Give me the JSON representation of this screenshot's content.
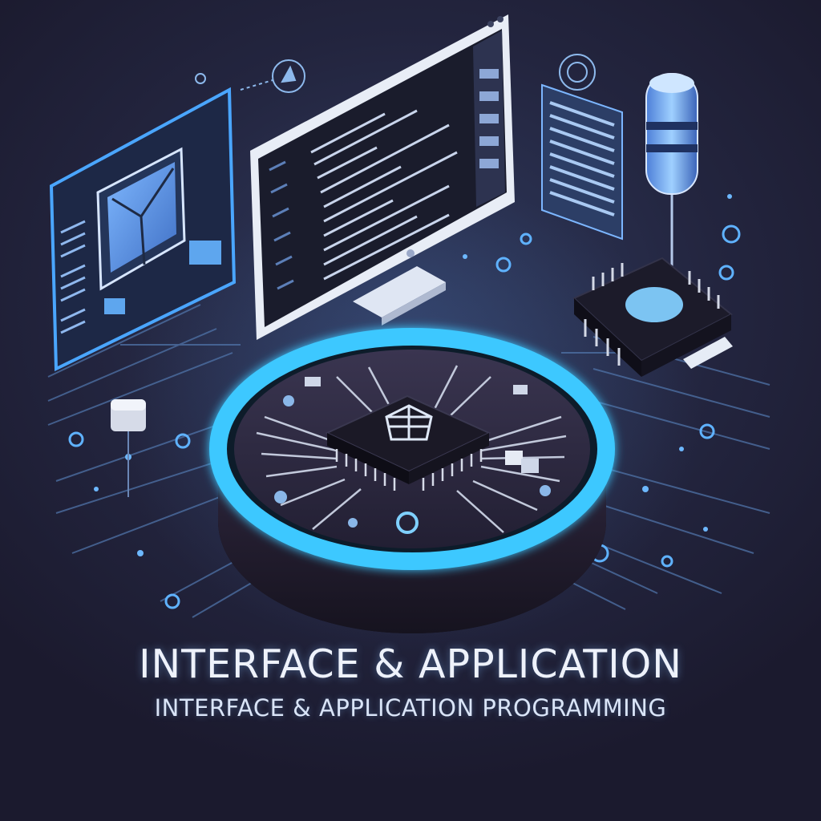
{
  "heading": {
    "title": "INTERFACE & APPLICATION",
    "subtitle": "INTERFACE & APPLICATION PROGRAMMING"
  },
  "illustration": {
    "elements": [
      "computer-monitor",
      "code-editor",
      "tablet-ui-panel",
      "document-panel",
      "database-cylinder",
      "microchip",
      "circuit-board-platform"
    ]
  },
  "colors": {
    "background": "#1d1b31",
    "accent_cyan": "#3ec8ff",
    "accent_blue": "#5aa0e6",
    "chip_dark": "#1c1b2a",
    "text": "#eef2fb"
  }
}
